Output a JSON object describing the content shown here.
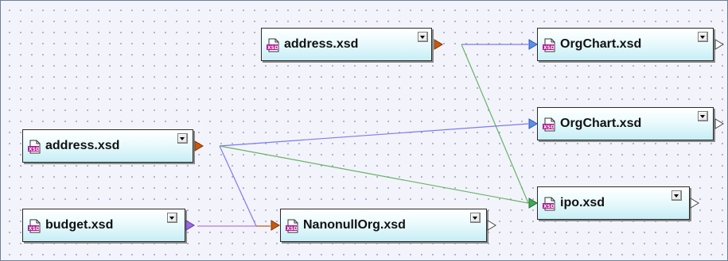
{
  "colors": {
    "link_blue": "#7b7bef",
    "link_green": "#66b366",
    "link_purple": "#b07be8",
    "port_input_blue": "#5c8ff0",
    "port_input_green": "#3eaa55",
    "port_output_orange": "#c9590f",
    "port_output_purple": "#9b6bdf",
    "port_empty": "#ffffff",
    "xsd_icon_magenta": "#b0118f"
  },
  "icons": {
    "file": "xsd-file-icon",
    "dropdown": "dropdown-arrow-icon"
  },
  "nodes": {
    "address_top": {
      "label": "address.xsd"
    },
    "address_left": {
      "label": "address.xsd"
    },
    "budget": {
      "label": "budget.xsd"
    },
    "nanonullorg": {
      "label": "NanonullOrg.xsd"
    },
    "orgchart_1": {
      "label": "OrgChart.xsd"
    },
    "orgchart_2": {
      "label": "OrgChart.xsd"
    },
    "ipo": {
      "label": "ipo.xsd"
    }
  },
  "icon_text": "XSD"
}
